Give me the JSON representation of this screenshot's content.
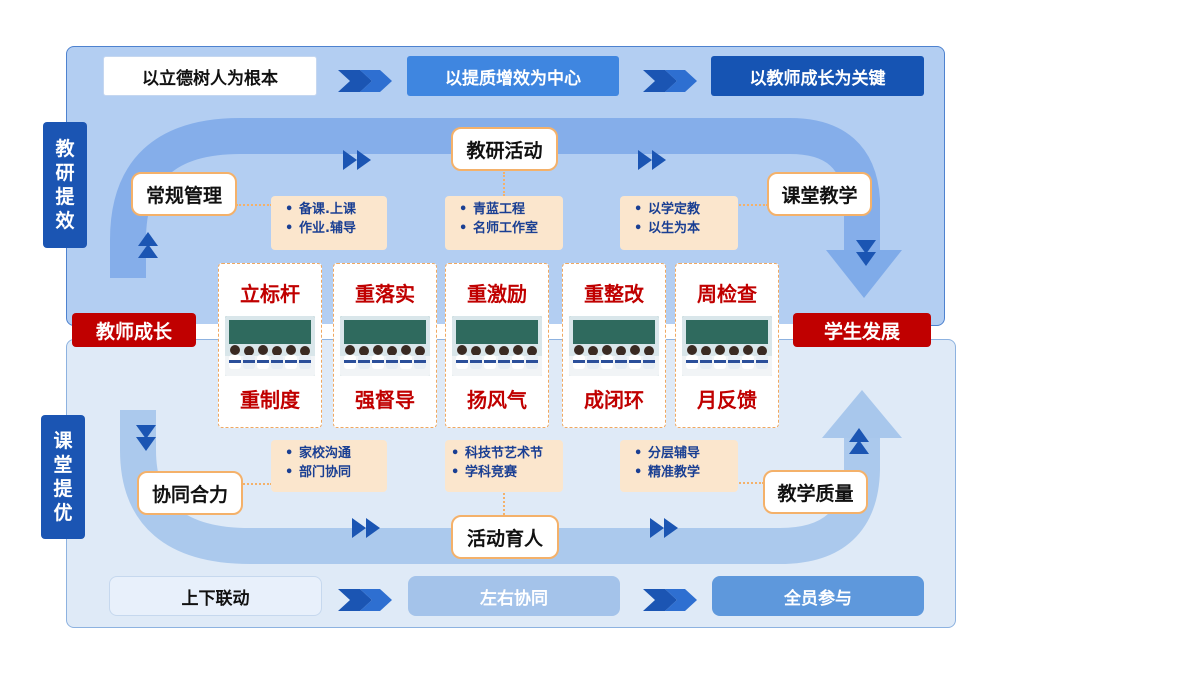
{
  "side_labels": {
    "top": "教研提效",
    "bottom": "课堂提优"
  },
  "top_row": [
    "以立德树人为根本",
    "以提质增效为中心",
    "以教师成长为关键"
  ],
  "bottom_row": [
    "上下联动",
    "左右协同",
    "全员参与"
  ],
  "top_nodes": {
    "left": "常规管理",
    "center": "教研活动",
    "right": "课堂教学"
  },
  "bottom_nodes": {
    "left": "协同合力",
    "center": "活动育人",
    "right": "教学质量"
  },
  "top_notes": [
    [
      "备课.上课",
      "作业.辅导"
    ],
    [
      "青蓝工程",
      "名师工作室"
    ],
    [
      "以学定教",
      "以生为本"
    ]
  ],
  "bottom_notes": [
    [
      "家校沟通",
      "部门协同"
    ],
    [
      "科技节艺术节",
      "学科竞赛"
    ],
    [
      "分层辅导",
      "精准教学"
    ]
  ],
  "center_labels": {
    "left": "教师成长",
    "right": "学生发展"
  },
  "cards": [
    {
      "top": "立标杆",
      "bottom": "重制度"
    },
    {
      "top": "重落实",
      "bottom": "强督导"
    },
    {
      "top": "重激励",
      "bottom": "扬风气"
    },
    {
      "top": "重整改",
      "bottom": "成闭环"
    },
    {
      "top": "周检查",
      "bottom": "月反馈"
    }
  ],
  "colors": {
    "accent_dark": "#1b55b3",
    "accent_red": "#c00000",
    "node_border": "#f4b16a",
    "note_bg": "#fbe6cd"
  }
}
